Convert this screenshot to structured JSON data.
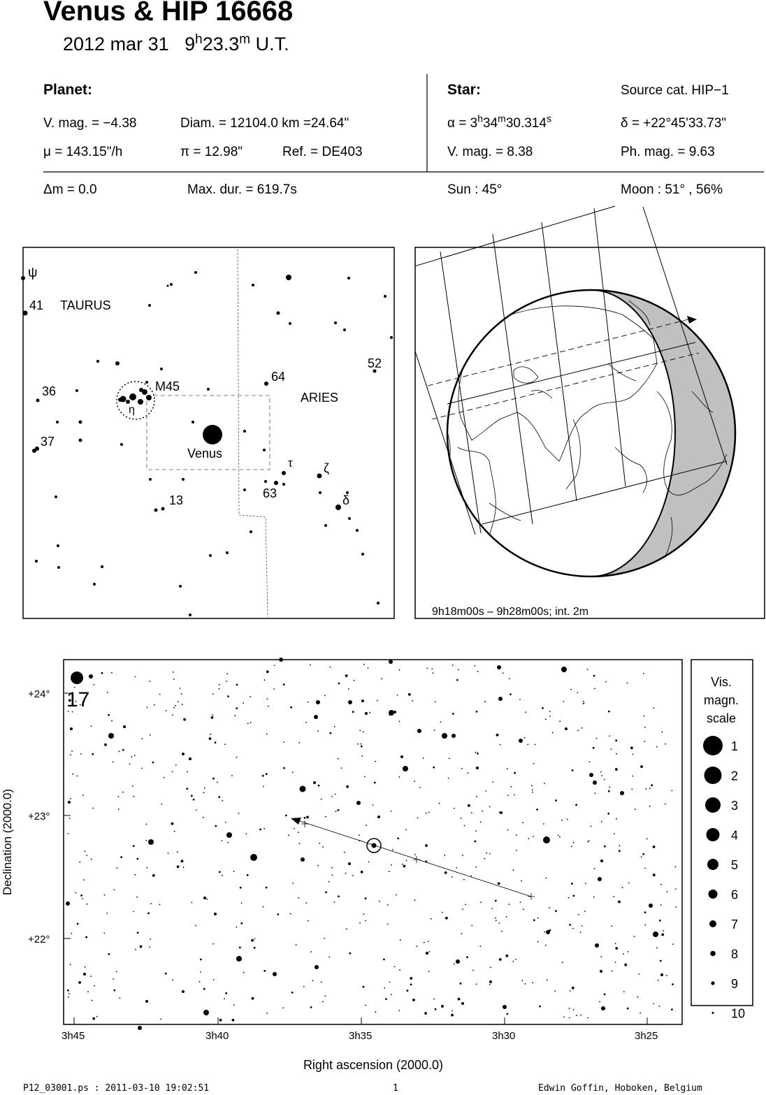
{
  "title": "Venus  &  HIP 16668",
  "subtitle": {
    "date": "2012 mar 31",
    "h": "9",
    "hsup": "h",
    "m": "23.3",
    "msup": "m",
    "ut": "U.T."
  },
  "planet": {
    "header": "Planet:",
    "vmag": "V. mag. = −4.38",
    "diam": "Diam. = 12104.0 km =24.64\"",
    "mu": "μ =  143.15\"/h",
    "pi": "π = 12.98\"",
    "ref": "Ref. = DE403"
  },
  "star": {
    "header": "Star:",
    "source": "Source cat.  HIP−1",
    "alpha_pre": "α =  3",
    "alpha_h": "h",
    "alpha_mid": "34",
    "alpha_m": "m",
    "alpha_s_val": "30.314",
    "alpha_s": "s",
    "delta": "δ = +22°45'33.73\"",
    "vmag": "V. mag. =  8.38",
    "phmag": "Ph. mag. =  9.63"
  },
  "extra": {
    "dm": "Δm = 0.0",
    "maxdur": "Max. dur. = 619.7s",
    "sun": "Sun :  45°",
    "moon": "Moon :  51° , 56%"
  },
  "finder": {
    "labels": [
      "ψ",
      "41",
      "TAURUS",
      "36",
      "M45",
      "η",
      "37",
      "64",
      "52",
      "ARIES",
      "Venus",
      "τ",
      "ζ",
      "63",
      "δ",
      "13"
    ]
  },
  "globe": {
    "caption": "9h18m00s –  9h28m00s; int.  2m"
  },
  "chart": {
    "y_ticks": [
      "+24°",
      "+23°",
      "+22°"
    ],
    "x_ticks": [
      "3h45",
      "3h40",
      "3h35",
      "3h30",
      "3h25"
    ],
    "xlabel": "Right ascension (2000.0)",
    "ylabel": "Declination (2000.0)",
    "corner_label": "17"
  },
  "scale": {
    "title": [
      "Vis.",
      "magn.",
      "scale"
    ],
    "levels": [
      "1",
      "2",
      "3",
      "4",
      "5",
      "6",
      "7",
      "8",
      "9",
      "10"
    ]
  },
  "footer": {
    "left": "P12_03001.ps : 2011-03-10 19:02:51",
    "page": "1",
    "right": "Edwin Goffin, Hoboken, Belgium"
  }
}
